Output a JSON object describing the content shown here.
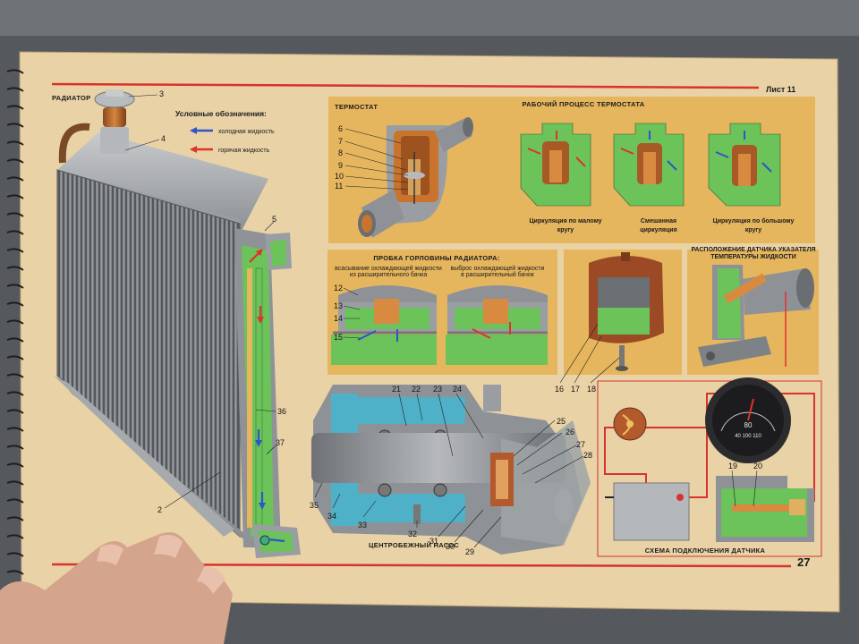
{
  "sheet": {
    "label": "Лист 11",
    "page_number": "27"
  },
  "radiator": {
    "title": "РАДИАТОР"
  },
  "legend": {
    "title": "Условные обозначения:",
    "cold": "холодная жидкость",
    "hot": "горячая жидкость",
    "cold_color": "#2f55c8",
    "hot_color": "#e0322a"
  },
  "thermostat": {
    "title": "ТЕРМОСТАТ"
  },
  "process": {
    "title": "РАБОЧИЙ ПРОЦЕСС ТЕРМОСТАТА",
    "small_l1": "Циркуляция по малому",
    "small_l2": "кругу",
    "mixed_l1": "Смешанная",
    "mixed_l2": "циркуляция",
    "big_l1": "Циркуляция по большому",
    "big_l2": "кругу"
  },
  "cap": {
    "title": "ПРОБКА ГОРЛОВИНЫ РАДИАТОРА:",
    "intake_l1": "всасывание охлаждающей жидкости",
    "intake_l2": "из расширительного бачка",
    "outflow_l1": "выброс охлаждающей жидкости",
    "outflow_l2": "в расширительный бачок"
  },
  "sensor": {
    "title_l1": "РАСПОЛОЖЕНИЕ ДАТЧИКА УКАЗАТЕЛЯ",
    "title_l2": "ТЕМПЕРАТУРЫ ЖИДКОСТИ"
  },
  "pump": {
    "title": "ЦЕНТРОБЕЖНЫЙ НАСОС"
  },
  "wiring": {
    "title": "СХЕМА ПОДКЛЮЧЕНИЯ ДАТЧИКА",
    "gauge_l1": "80",
    "gauge_l2": "40 100 110"
  },
  "callouts": {
    "n2": "2",
    "n3": "3",
    "n4": "4",
    "n5": "5",
    "n6": "6",
    "n7": "7",
    "n8": "8",
    "n9": "9",
    "n10": "10",
    "n11": "11",
    "n12": "12",
    "n13": "13",
    "n14": "14",
    "n15": "15",
    "n16": "16",
    "n17": "17",
    "n18": "18",
    "n19": "19",
    "n20": "20",
    "n21": "21",
    "n22": "22",
    "n23": "23",
    "n24": "24",
    "n25": "25",
    "n26": "26",
    "n27": "27",
    "n28": "28",
    "n29": "29",
    "n30": "30",
    "n31": "31",
    "n32": "32",
    "n33": "33",
    "n34": "34",
    "n35": "35",
    "n36": "36",
    "n37": "37"
  },
  "colors": {
    "paper": "#e8d2a6",
    "panel": "#e6b65e",
    "coolant": "#6bc35a",
    "metal": "#8e9296",
    "rule": "#d8332c"
  }
}
